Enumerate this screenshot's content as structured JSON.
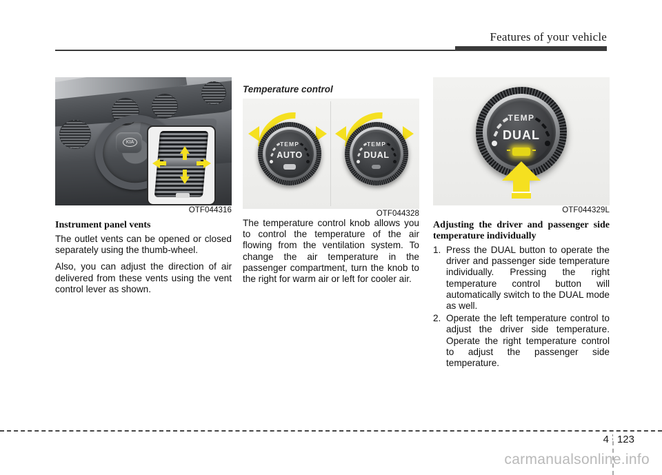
{
  "header": {
    "title": "Features of your vehicle"
  },
  "columns": {
    "left": {
      "figure": {
        "caption": "OTF044316",
        "alt_name": "instrument-panel-vents-photo",
        "callout_arrows": [
          "up",
          "down",
          "left",
          "right"
        ]
      },
      "heading": "Instrument panel vents",
      "paragraphs": [
        "The outlet vents can be opened or closed separately using the thumb-wheel.",
        "Also, you can adjust the direction of air delivered from these vents using the vent control lever as shown."
      ]
    },
    "middle": {
      "section_heading": "Temperature control",
      "figure": {
        "caption": "OTF044328",
        "knobs": [
          {
            "temp_label": "TEMP",
            "mode_label": "AUTO"
          },
          {
            "temp_label": "TEMP",
            "mode_label": "DUAL"
          }
        ]
      },
      "paragraphs": [
        "The temperature control knob allows you to control the temperature of the air flowing from the ventilation system. To change the air temperature in the passenger compartment, turn the knob to the right for warm air or left for cooler air."
      ]
    },
    "right": {
      "figure": {
        "caption": "OTF044329L",
        "knob": {
          "temp_label": "TEMP",
          "mode_label": "DUAL"
        }
      },
      "heading": "Adjusting the driver and passenger side temperature individually",
      "list": [
        {
          "number": "1.",
          "text": "Press the DUAL button to operate the driver and passenger side temperature individually. Pressing the right temperature control button will automatically switch to the DUAL mode as well."
        },
        {
          "number": "2.",
          "text": "Operate the left temperature control to adjust the driver side temperature. Operate the right temperature control to adjust the passenger side temperature."
        }
      ]
    }
  },
  "footer": {
    "chapter_number": "4",
    "page_number": "123",
    "watermark": "carmanualsonline.info"
  },
  "colors": {
    "rule": "#3a3a3a",
    "accent_yellow": "#f5e020",
    "text": "#111111",
    "watermark": "#b9b9b9"
  }
}
